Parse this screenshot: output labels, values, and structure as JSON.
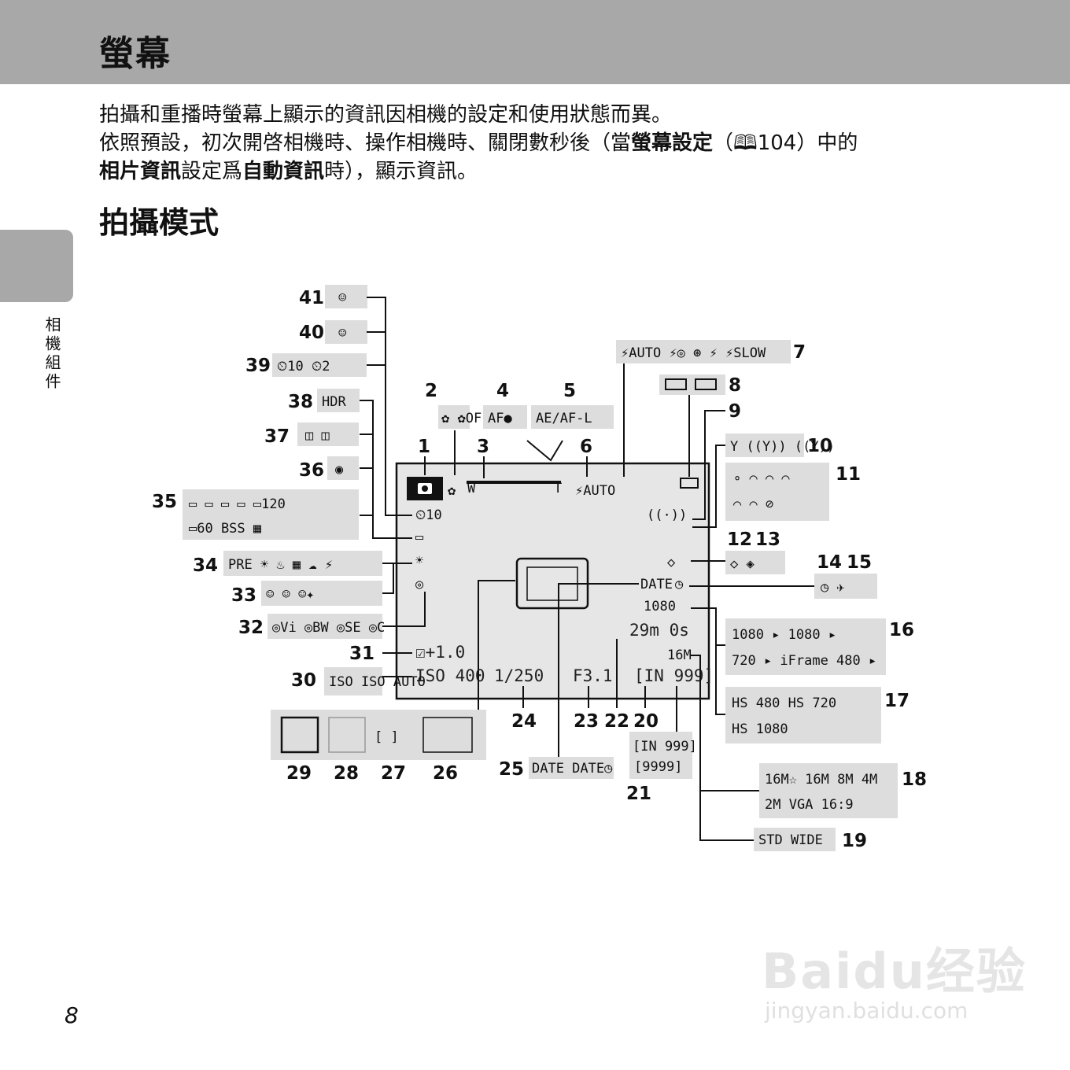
{
  "header": {
    "title": "螢幕"
  },
  "intro": {
    "line1": "拍攝和重播時螢幕上顯示的資訊因相機的設定和使用狀態而異。",
    "line2_a": "依照預設，初次開啓相機時、操作相機時、關閉數秒後（當",
    "line2_b": "螢幕設定",
    "line2_c": "（",
    "line2_ref": "104",
    "line2_d": "）中的",
    "line3_a": "相片資訊",
    "line3_b": "設定爲",
    "line3_c": "自動資訊",
    "line3_d": "時），顯示資訊。"
  },
  "section": {
    "title": "拍攝模式"
  },
  "side": {
    "label": "相機組件"
  },
  "page_number": "8",
  "watermark": {
    "logo": "Baidu经验",
    "url": "jingyan.baidu.com"
  },
  "screen": {
    "zoom_w": "W",
    "zoom_t": "T",
    "flash": "⚡AUTO",
    "wifi": "((·))",
    "timer": "⏲10",
    "continuous": "▭",
    "exposure": "☑+1.0",
    "iso": "ISO 400",
    "shutter": "1/250",
    "aperture": "F3.1",
    "date": "DATE",
    "movie": "1080",
    "rec_time": "29m 0s",
    "image_size": "16M",
    "shots": "[IN 999]"
  },
  "callouts": {
    "c1": "1",
    "c2": "2",
    "c3": "3",
    "c4": "4",
    "c5": "5",
    "c6": "6",
    "c7": "7",
    "c8": "8",
    "c9": "9",
    "c10": "10",
    "c11": "11",
    "c12": "12",
    "c13": "13",
    "c14": "14",
    "c15": "15",
    "c16": "16",
    "c17": "17",
    "c18": "18",
    "c19": "19",
    "c20": "20",
    "c21": "21",
    "c22": "22",
    "c23": "23",
    "c24": "24",
    "c25": "25",
    "c26": "26",
    "c27": "27",
    "c28": "28",
    "c29": "29",
    "c30": "30",
    "c31": "31",
    "c32": "32",
    "c33": "33",
    "c34": "34",
    "c35": "35",
    "c36": "36",
    "c37": "37",
    "c38": "38",
    "c39": "39",
    "c40": "40",
    "c41": "41"
  },
  "icons": {
    "i2": "✿ ✿OFF",
    "i4": "AF●",
    "i5": "AE/AF-L",
    "i7": "⚡AUTO ⚡◎ ⊛ ⚡ ⚡SLOW",
    "i10": "Y ((Y)) ((Y))",
    "i11a": "∘ ⌒ ⌒ ⌒",
    "i11b": "⌒ ⌒ ⊘",
    "i14_15": "◷ ✈",
    "i16a": "1080 ▸ 1080 ▸",
    "i16b": "720 ▸ iFrame 480 ▸",
    "i17a": "HS 480 HS 720",
    "i17b": "HS 1080",
    "i18a": "16M☆ 16M 8M 4M",
    "i18b": "2M VGA 16:9",
    "i19": "STD WIDE",
    "i20_21a": "[IN 999]",
    "i20_21b": "[9999]",
    "i25": "DATE DATE◷",
    "i30": "ISO ISO AUTO",
    "i32": "◎Vi ◎BW ◎SE ◎C",
    "i33": "☺ ☺ ☺✦",
    "i34": "PRE ☀ ♨ ▦ ☁ ⚡",
    "i35a": "▭ ▭ ▭ ▭ ▭120",
    "i35b": "▭60 BSS ▦",
    "i36": "◉",
    "i37": "◫ ◫",
    "i38": "HDR",
    "i39": "⏲10 ⏲2",
    "i40": "☺",
    "i41": "☺"
  }
}
